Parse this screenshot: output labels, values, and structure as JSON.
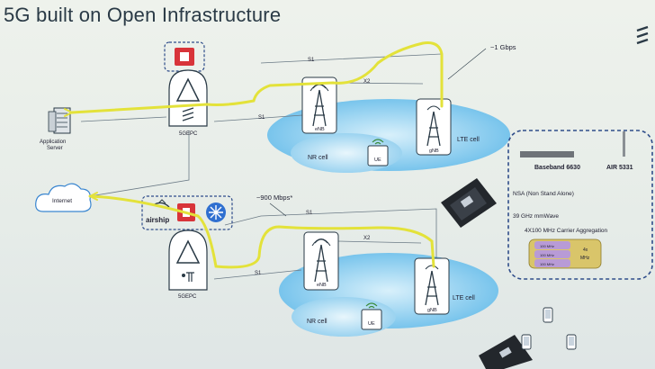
{
  "slide": {
    "title": "5G built on Open Infrastructure"
  },
  "top_site": {
    "throughput": "~1 Gbps",
    "core_label": "5GEPC",
    "enb_label": "eNB",
    "gnb_label": "gNB",
    "ue_label": "UE",
    "lte_cell": "LTE cell",
    "nr_cell": "NR cell",
    "x2": "X2",
    "s1": "S1"
  },
  "bottom_site": {
    "throughput": "~900 Mbps*",
    "core_label": "5GEPC",
    "enb_label": "eNB",
    "gnb_label": "gNB",
    "ue_label": "UE",
    "lte_cell": "LTE cell",
    "nr_cell": "NR cell",
    "x2": "X2",
    "s1": "S1",
    "airship_label": "airship"
  },
  "left": {
    "app_server": [
      "Application",
      "Server"
    ],
    "internet": "Internet"
  },
  "spec_box": {
    "baseband": "Baseband 6630",
    "air": "AIR 5331",
    "nsa": "NSA (Non Stand Alone)",
    "mmwave": "39 GHz mmWave",
    "aggregation": "4X100 MHz Carrier Aggregation",
    "carrier_labels": [
      "100 MHz",
      "100 MHz",
      "100 MHz",
      "4x",
      "MHz"
    ]
  },
  "colors": {
    "yellow_path": "#e3e23a",
    "cell_blue": "#7fc9ee",
    "cell_light": "#bfe4f6",
    "dash_blue": "#2f4d8a",
    "red_logo": "#d8343a"
  }
}
